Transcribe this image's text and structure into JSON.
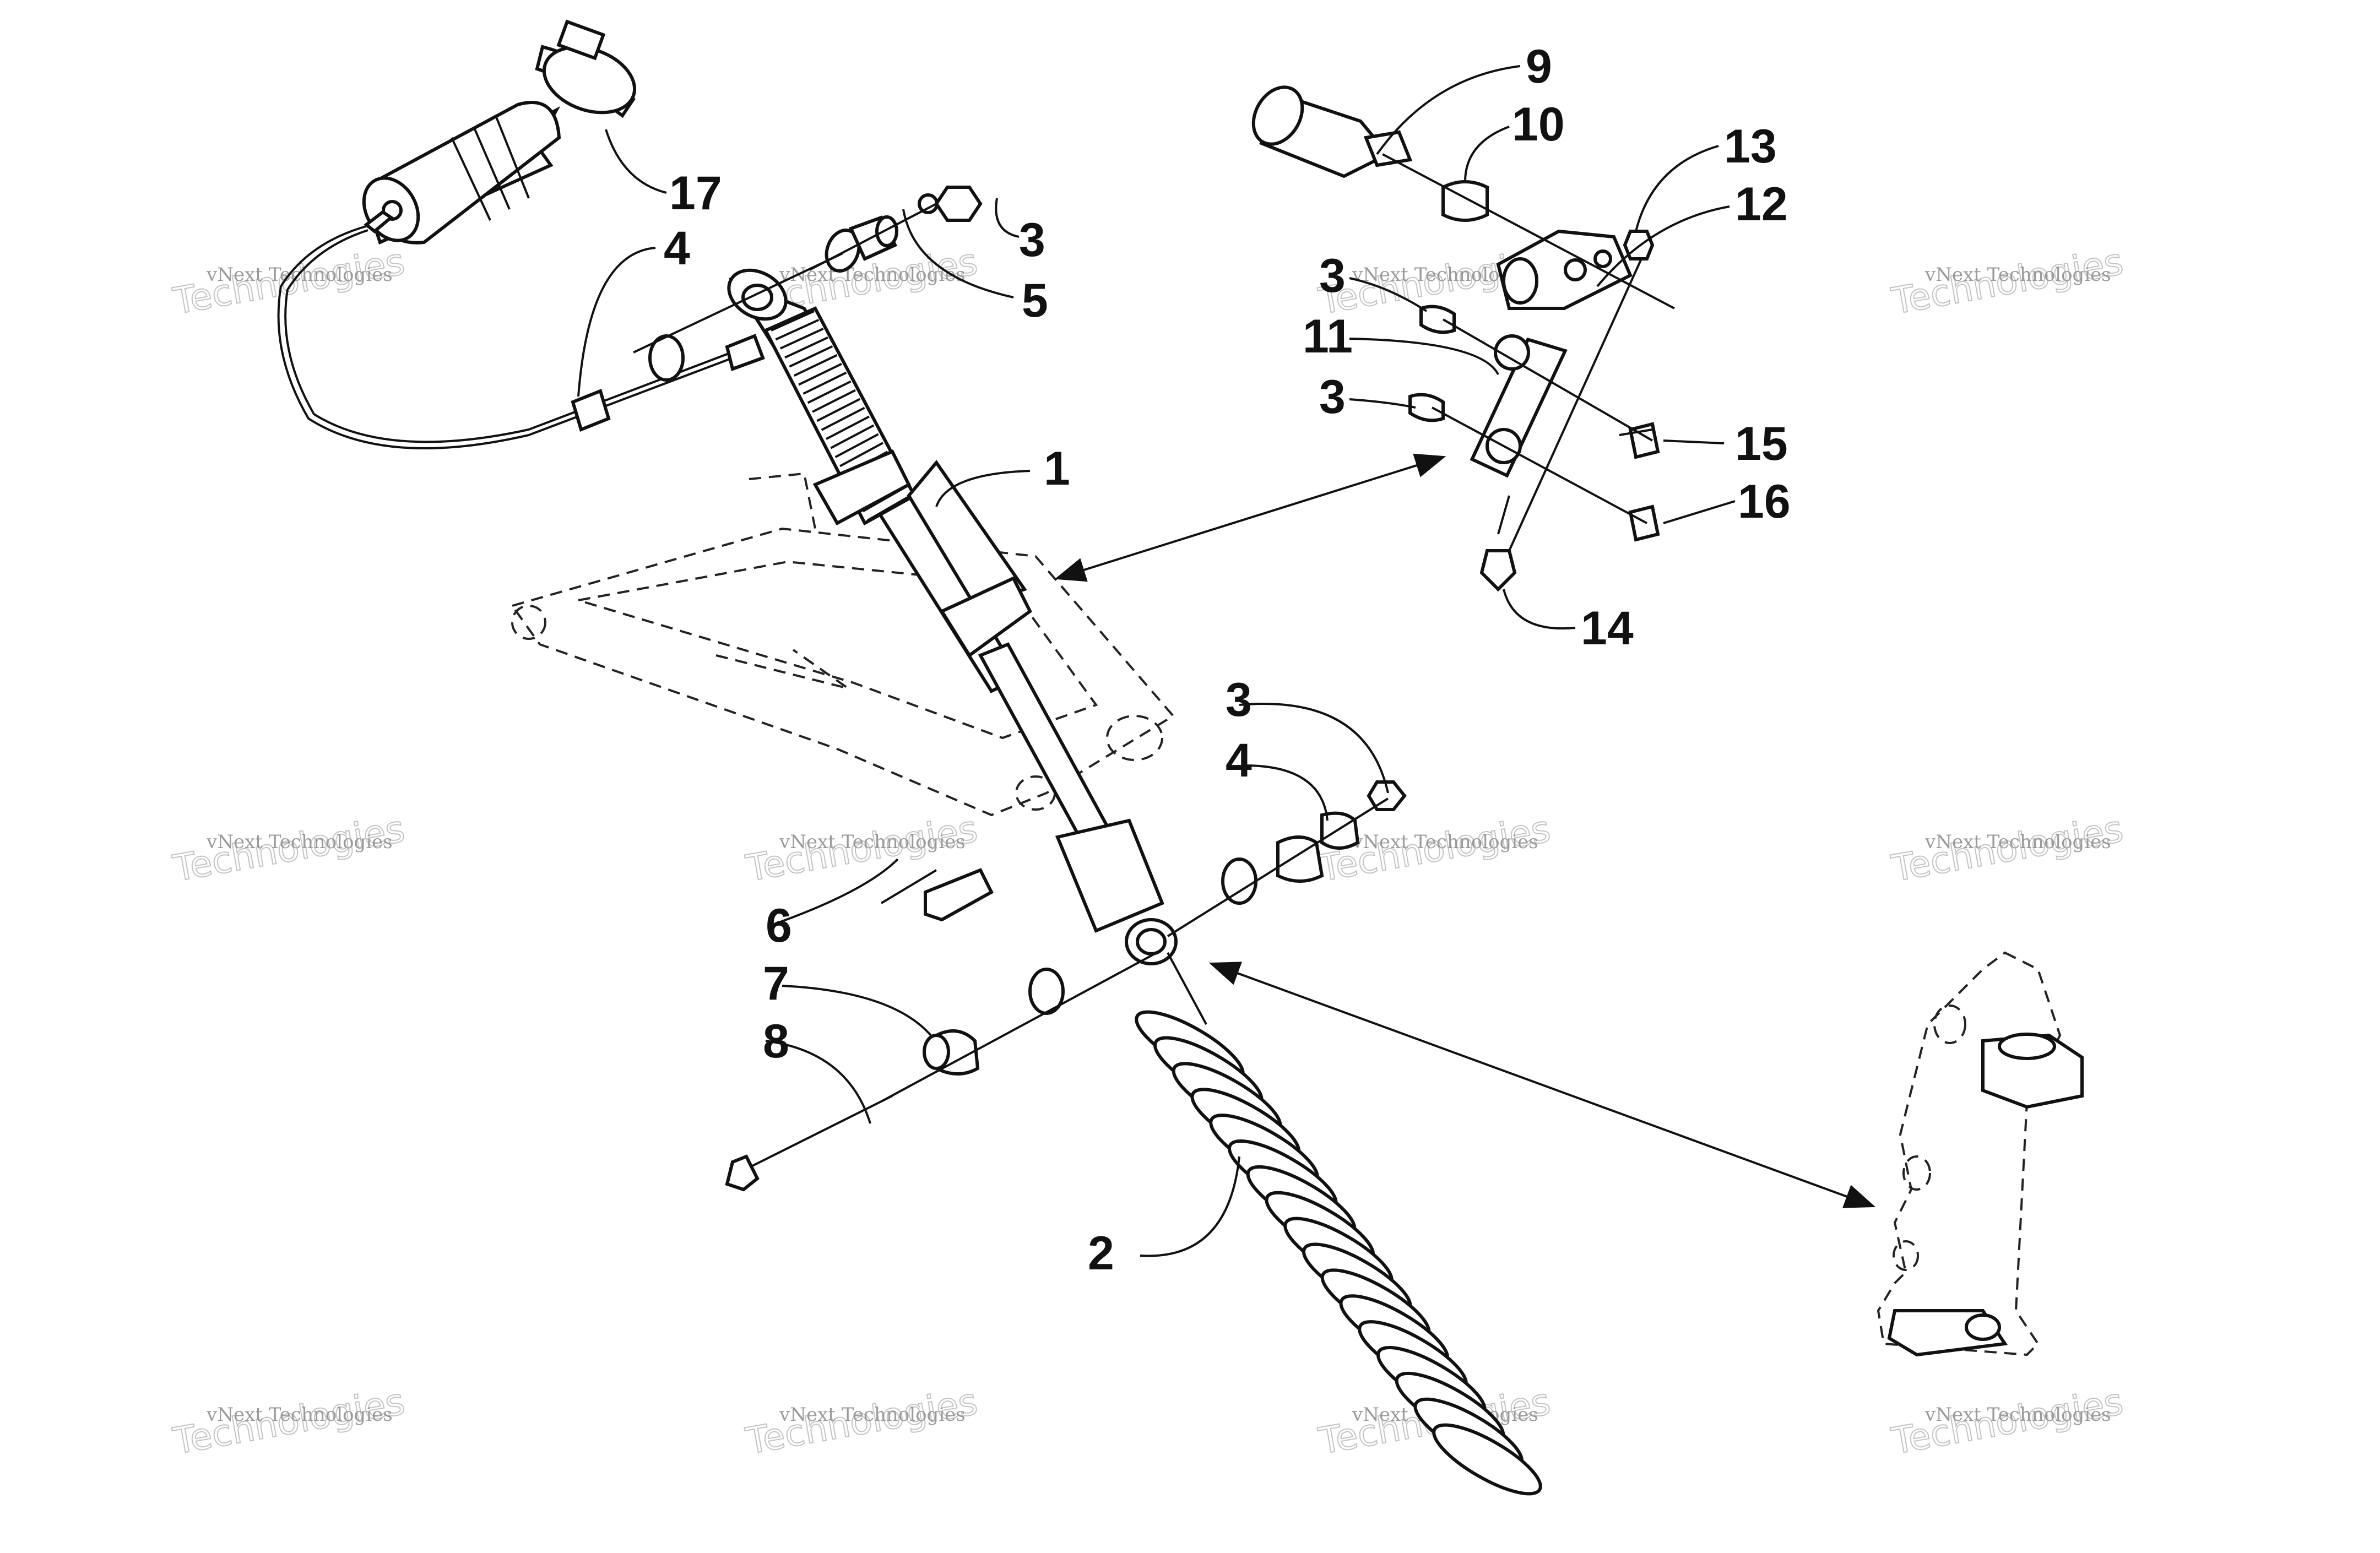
{
  "watermark": {
    "line1": "vNext Technologies",
    "line2": "Technologies"
  },
  "callouts": [
    {
      "id": "c1",
      "text": "1"
    },
    {
      "id": "c2",
      "text": "2"
    },
    {
      "id": "c3a",
      "text": "3"
    },
    {
      "id": "c3b",
      "text": "3"
    },
    {
      "id": "c3c",
      "text": "3"
    },
    {
      "id": "c3d",
      "text": "3"
    },
    {
      "id": "c4a",
      "text": "4"
    },
    {
      "id": "c4b",
      "text": "4"
    },
    {
      "id": "c5",
      "text": "5"
    },
    {
      "id": "c6",
      "text": "6"
    },
    {
      "id": "c7",
      "text": "7"
    },
    {
      "id": "c8",
      "text": "8"
    },
    {
      "id": "c9",
      "text": "9"
    },
    {
      "id": "c10",
      "text": "10"
    },
    {
      "id": "c11",
      "text": "11"
    },
    {
      "id": "c12",
      "text": "12"
    },
    {
      "id": "c13",
      "text": "13"
    },
    {
      "id": "c14",
      "text": "14"
    },
    {
      "id": "c15",
      "text": "15"
    },
    {
      "id": "c16",
      "text": "16"
    },
    {
      "id": "c17",
      "text": "17"
    }
  ]
}
